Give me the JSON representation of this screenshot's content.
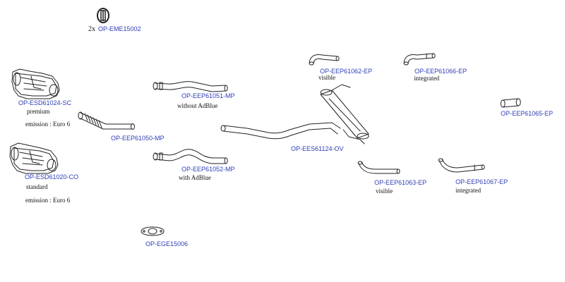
{
  "parts": {
    "eme15002": {
      "qty": "2x",
      "code": "OP-EME15002"
    },
    "esd61024": {
      "code": "OP-ESD61024-SC",
      "note1": "premium",
      "note2": "emission : Euro 6"
    },
    "esd61020": {
      "code": "OP-ESD61020-CO",
      "note1": "standard",
      "note2": "emission : Euro 6"
    },
    "eep61050": {
      "code": "OP-EEP61050-MP"
    },
    "eep61051": {
      "code": "OP-EEP61051-MP",
      "note": "without AdBlue"
    },
    "eep61052": {
      "code": "OP-EEP61052-MP",
      "note": "with AdBlue"
    },
    "ege15006": {
      "code": "OP-EGE15006"
    },
    "ees61124": {
      "code": "OP-EES61124-OV"
    },
    "eep61062": {
      "code": "OP-EEP61062-EP",
      "note": "visible"
    },
    "eep61066": {
      "code": "OP-EEP61066-EP",
      "note": "integrated"
    },
    "eep61065": {
      "code": "OP-EEP61065-EP"
    },
    "eep61063": {
      "code": "OP-EEP61063-EP",
      "note": "visible"
    },
    "eep61067": {
      "code": "OP-EEP61067-EP",
      "note": "integrated"
    }
  },
  "colors": {
    "link": "#2f3db6",
    "text": "#111111",
    "line": "#222222"
  }
}
